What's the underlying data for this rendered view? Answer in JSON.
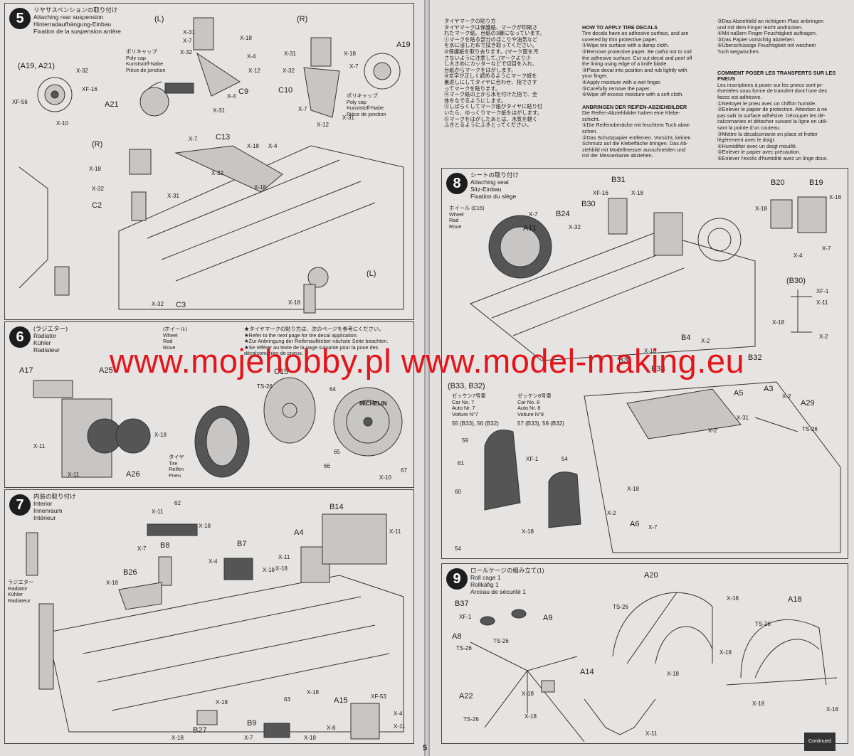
{
  "page_number": "5",
  "watermark": "www.mojehobby.pl www.model-making.eu",
  "continued": "Continued",
  "steps": {
    "s5": {
      "num": "5",
      "caption": "リヤサスペンションの取り付け\nAttaching rear suspension\nHinterradaufhängung-Einbau\nFixation de la suspension arrière",
      "labels": [
        "(A19, A21)",
        "X-32",
        "XF-16",
        "XF-56",
        "X-10",
        "(L)",
        "X-31",
        "X-7",
        "X-32",
        "X-18",
        "X-4",
        "X-12",
        "A21",
        "C9",
        "X-31",
        "X-4",
        "ポリキャップ\nPoly cap\nKunststoff-Nabe\nPièce de jonction",
        "(R)",
        "X-31",
        "X-18",
        "X-32",
        "X-7",
        "A19",
        "C10",
        "X-7",
        "X-12",
        "X-31",
        "ポリキャップ\nPoly cap\nKunststoff-Nabe\nPièce de jonction",
        "(R)",
        "X-7",
        "C13",
        "X-18",
        "X-4",
        "X-18",
        "X-32",
        "X-32",
        "X-31",
        "C2",
        "X-18",
        "(L)",
        "X-18",
        "X-32",
        "C3"
      ]
    },
    "s6": {
      "num": "6",
      "caption": "(ラジエター)\nRadiator\nKühler\nRadiateur",
      "labels": [
        "(ホイール)\nWheel\nRad\nRoue",
        "A17",
        "A25",
        "X-11",
        "X-18",
        "X-11",
        "A26",
        "C15",
        "TS-26",
        "タイヤ\nTire\nReifen\nPneu",
        "64",
        "65",
        "66",
        "67",
        "X-10"
      ],
      "tire_note": "★タイヤマークの貼り方は、次のページを参考にください。\n★Refer to the next page for tire decal application.\n★Zur Anbringung der Reifenaufkleber nächste Seite beachten.\n★Se référer au texte de la page suivante pour la pose des décalcomanies de pneus."
    },
    "s7": {
      "num": "7",
      "caption": "内装の取り付け\nInterior\nInnenraum\nIntérieur",
      "labels": [
        "62",
        "X-11",
        "X-18",
        "X-7",
        "B8",
        "B7",
        "X-4",
        "X-18",
        "A4",
        "B14",
        "X-11",
        "X-11",
        "X-18",
        "B26",
        "X-18",
        "ラジエター\nRadiator\nKühler\nRadiateur",
        "X-18",
        "63",
        "A15",
        "XF-53",
        "X-4",
        "X-8",
        "X-11",
        "X-18",
        "B9",
        "X-18",
        "B27",
        "X-7",
        "X-18"
      ]
    },
    "s8": {
      "num": "8",
      "caption": "シートの取り付け\nAttaching seat\nSitz-Einbau\nFixation du siège",
      "labels": [
        "ホイール (C15)\nWheel\nRad\nRoue",
        "X-7",
        "B24",
        "A11",
        "X-32",
        "B31",
        "XF-16",
        "X-18",
        "B30",
        "B20",
        "B19",
        "X-18",
        "X-18",
        "X-4",
        "X-7",
        "(B30)",
        "XF-1",
        "X-11",
        "X-18",
        "X-2",
        "B4",
        "X-2",
        "X-18",
        "B3",
        "B33",
        "B32",
        "(B33, B32)",
        "ゼッケン7号車\nCar No. 7\nAuto Nr. 7\nVoiture N°7",
        "55 (B33), 56 (B32)",
        "ゼッケン8号車\nCar No. 8\nAuto Nr. 8\nVoiture N°8",
        "57 (B33), 58 (B32)",
        "59",
        "61",
        "XF-1",
        "54",
        "60",
        "X-18",
        "54",
        "A5",
        "A3",
        "X-2",
        "X-31",
        "A29",
        "X-2",
        "TS-26",
        "X-2",
        "A6",
        "X-7",
        "X-18"
      ]
    },
    "s9": {
      "num": "9",
      "caption": "ロールケージの組み立て(1)\nRoll cage 1\nRollkäfig 1\nArceau de sécurité 1",
      "labels": [
        "B37",
        "XF-1",
        "A9",
        "A8",
        "TS-26",
        "TS-26",
        "A22",
        "X-18",
        "A14",
        "TS-26",
        "X-18",
        "X-11",
        "A20",
        "TS-26",
        "X-18",
        "A18",
        "TS-26",
        "X-18",
        "X-18",
        "X-18",
        "X-18"
      ]
    }
  },
  "decals": {
    "jp": "タイヤマークの貼り方\nタイヤマークは保護紙、マークが印刷さ\nれたマーク紙、台紙の3層になっています。\n①マークを貼る部分のほこりや油気など\nを水に浸した布で拭き取ってください。\n②保護紙を取り去ります。(マーク面を汚\nさないように注意して。)マークより少\nし大きめにカッターなどで切目を入れ、\n台紙からマークをはがします。\n③文字が正しく読めるようにマーク紙を\n裏返しにしてタイヤに合わせ、指でさす\nってマークを貼ります。\n④マーク紙の上から水を付けた指で、全\n体をなでるようにします。\n⑤しばらくしてマーク紙がタイヤに貼り付\nいたら、ゆっくりマーク紙をはがします。\n⑥マークをはがしたあとは、水気を軽く\nふきとるようにふきとってください。",
    "en_title": "HOW TO APPLY TIRE DECALS",
    "en": "Tire decals have an adhesive surface, and are\ncovered by thin protective paper.\n①Wipe tire surface with a damp cloth.\n②Remove protective paper. Be carful not to soil\nthe adhesive surface. Cut out decal and peel off\nthe lining using edge of a knife blade.\n③Place decal into position and rub lightly with\nyour finger.\n④Apply moisture with a wet finger.\n⑤Carefully remove the paper.\n⑥Wipe off excess moisture with a soft cloth.",
    "de_title": "ANBRINGEN DER REIFEN-ABZIEHBILDER",
    "de": "Die Reifen-Abziehbilder haben eine Klebe-\nschicht.\n①Die Reifenoberäche mit feuchtem Tuch abwi-\nschen.\n②Das Schutzpapier entfernen. Vorsicht, keinen\nSchmutz auf die Klebefläche bringen. Das Ab-\nziehbild mit Modellmesser ausschneiden und\nmit der Messerkante abziehen.",
    "de2": "③Das Abziehbild an richtigem Platz anbringen\nund mit dem Finger leicht andrücken.\n④Mit naßem Finger Feuchtigkeit auftragen.\n⑤Das Papier vorsichtig abziehen.\n⑥Überschüssige Feuchtigkeit mit weichem\nTuch wegwischen.",
    "fr_title": "COMMENT POSER LES TRANSFERTS SUR LES PNEUS",
    "fr": "Les inscriptions à poser sur les pneus sont pr-\nésentées sous forme de transfert dont l'une des\nfaces est adhésive.\n①Nettoyer le pneu avec un chiffon humide.\n②Enlever le papier de protection. Attention à ne\npas salir la surface adhésive. Découper les dé-\ncalcomanies et détacher suivant la ligne en utili-\nsant la pointe d'un couteau.\n③Mettre la décalcomanie en place et frotter\nlégèrement avec le doigt.\n④Humidifier avec un doigt mouillé.\n⑤Enlever le papier avec précaution.\n⑥Enlever l'excès d'humidité avec un linge doux."
  },
  "micheline_text": "MICHELIN"
}
